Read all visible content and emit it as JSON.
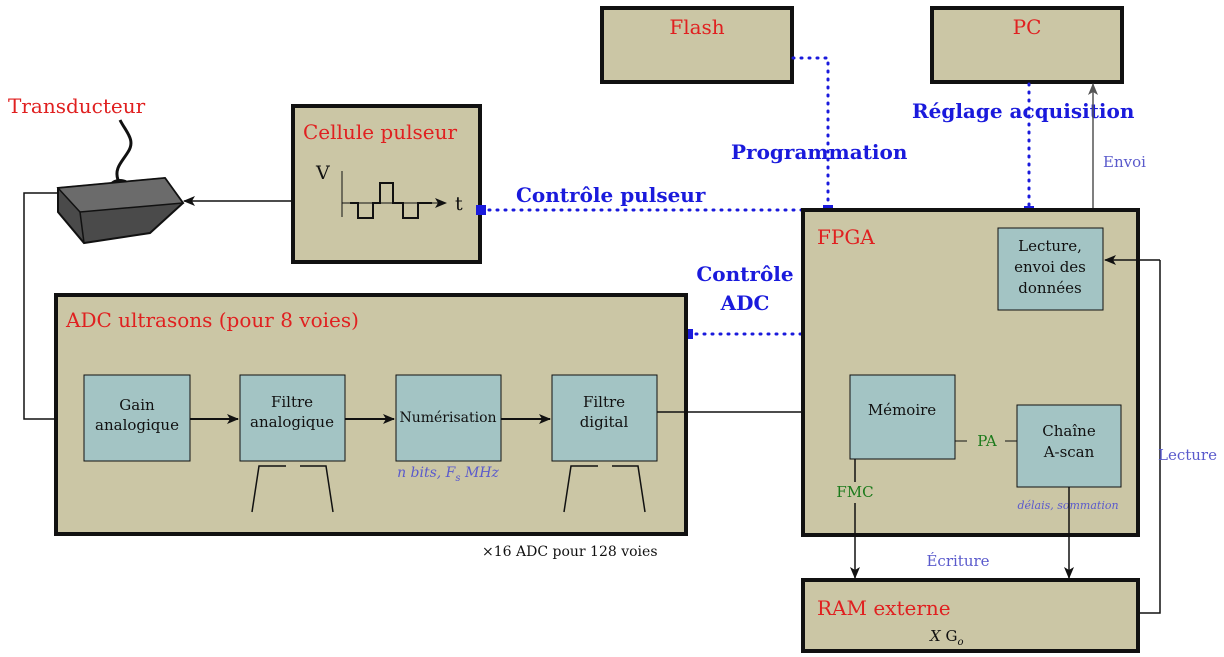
{
  "labels": {
    "flash": "Flash",
    "pc": "PC",
    "transducteur": "Transducteur",
    "cellule_pulseur": "Cellule pulseur",
    "axis_v": "V",
    "axis_t": "t",
    "controle_pulseur": "Contrôle pulseur",
    "programmation": "Programmation",
    "reglage_acquisition": "Réglage acquisition",
    "envoi": "Envoi",
    "fpga": "FPGA",
    "lecture_envoi_l1": "Lecture,",
    "lecture_envoi_l2": "envoi des",
    "lecture_envoi_l3": "données",
    "controle_adc_l1": "Contrôle",
    "controle_adc_l2": "ADC",
    "adc_title": "ADC ultrasons (pour 8 voies)",
    "gain_l1": "Gain",
    "gain_l2": "analogique",
    "filtre_ana_l1": "Filtre",
    "filtre_ana_l2": "analogique",
    "numerisation": "Numérisation",
    "numerisation_note": "n bits, F",
    "numerisation_sub": "s",
    "numerisation_unit": " MHz",
    "filtre_dig_l1": "Filtre",
    "filtre_dig_l2": "digital",
    "memoire": "Mémoire",
    "pa": "PA",
    "chaine_l1": "Chaîne",
    "chaine_l2": "A-scan",
    "chaine_note": "délais, sommation",
    "fmc": "FMC",
    "adc_count": "×16 ADC pour 128 voies",
    "ecriture": "Écriture",
    "lecture": "Lecture",
    "ram_title": "RAM externe",
    "ram_x": "X",
    "ram_g": " G",
    "ram_o": "o"
  },
  "colors": {
    "block_fill": "#cbc6a5",
    "sub_fill": "#a3c4c4",
    "red": "#e02020",
    "blue": "#1a1adc",
    "green": "#1b7a1b",
    "periwinkle": "#5a5acc"
  }
}
